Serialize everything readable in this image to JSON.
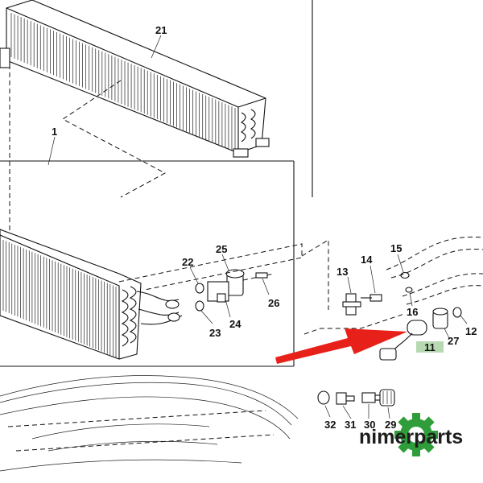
{
  "diagram": {
    "callouts": [
      {
        "id": "21",
        "text": "21"
      },
      {
        "id": "1",
        "text": "1"
      },
      {
        "id": "25",
        "text": "25"
      },
      {
        "id": "22",
        "text": "22"
      },
      {
        "id": "26",
        "text": "26"
      },
      {
        "id": "24",
        "text": "24"
      },
      {
        "id": "23",
        "text": "23"
      },
      {
        "id": "13",
        "text": "13"
      },
      {
        "id": "14",
        "text": "14"
      },
      {
        "id": "15",
        "text": "15"
      },
      {
        "id": "16",
        "text": "16"
      },
      {
        "id": "27",
        "text": "27"
      },
      {
        "id": "12",
        "text": "12"
      },
      {
        "id": "11",
        "text": "11"
      },
      {
        "id": "32",
        "text": "32"
      },
      {
        "id": "31",
        "text": "31"
      },
      {
        "id": "30",
        "text": "30"
      },
      {
        "id": "29",
        "text": "29"
      }
    ],
    "highlight_color": "#b7d9b2",
    "arrow_color": "#e8201a"
  },
  "watermark": {
    "brand": "nimerparts",
    "logo_color": "#2f9e3a",
    "logo_icon": "gear-icon"
  }
}
